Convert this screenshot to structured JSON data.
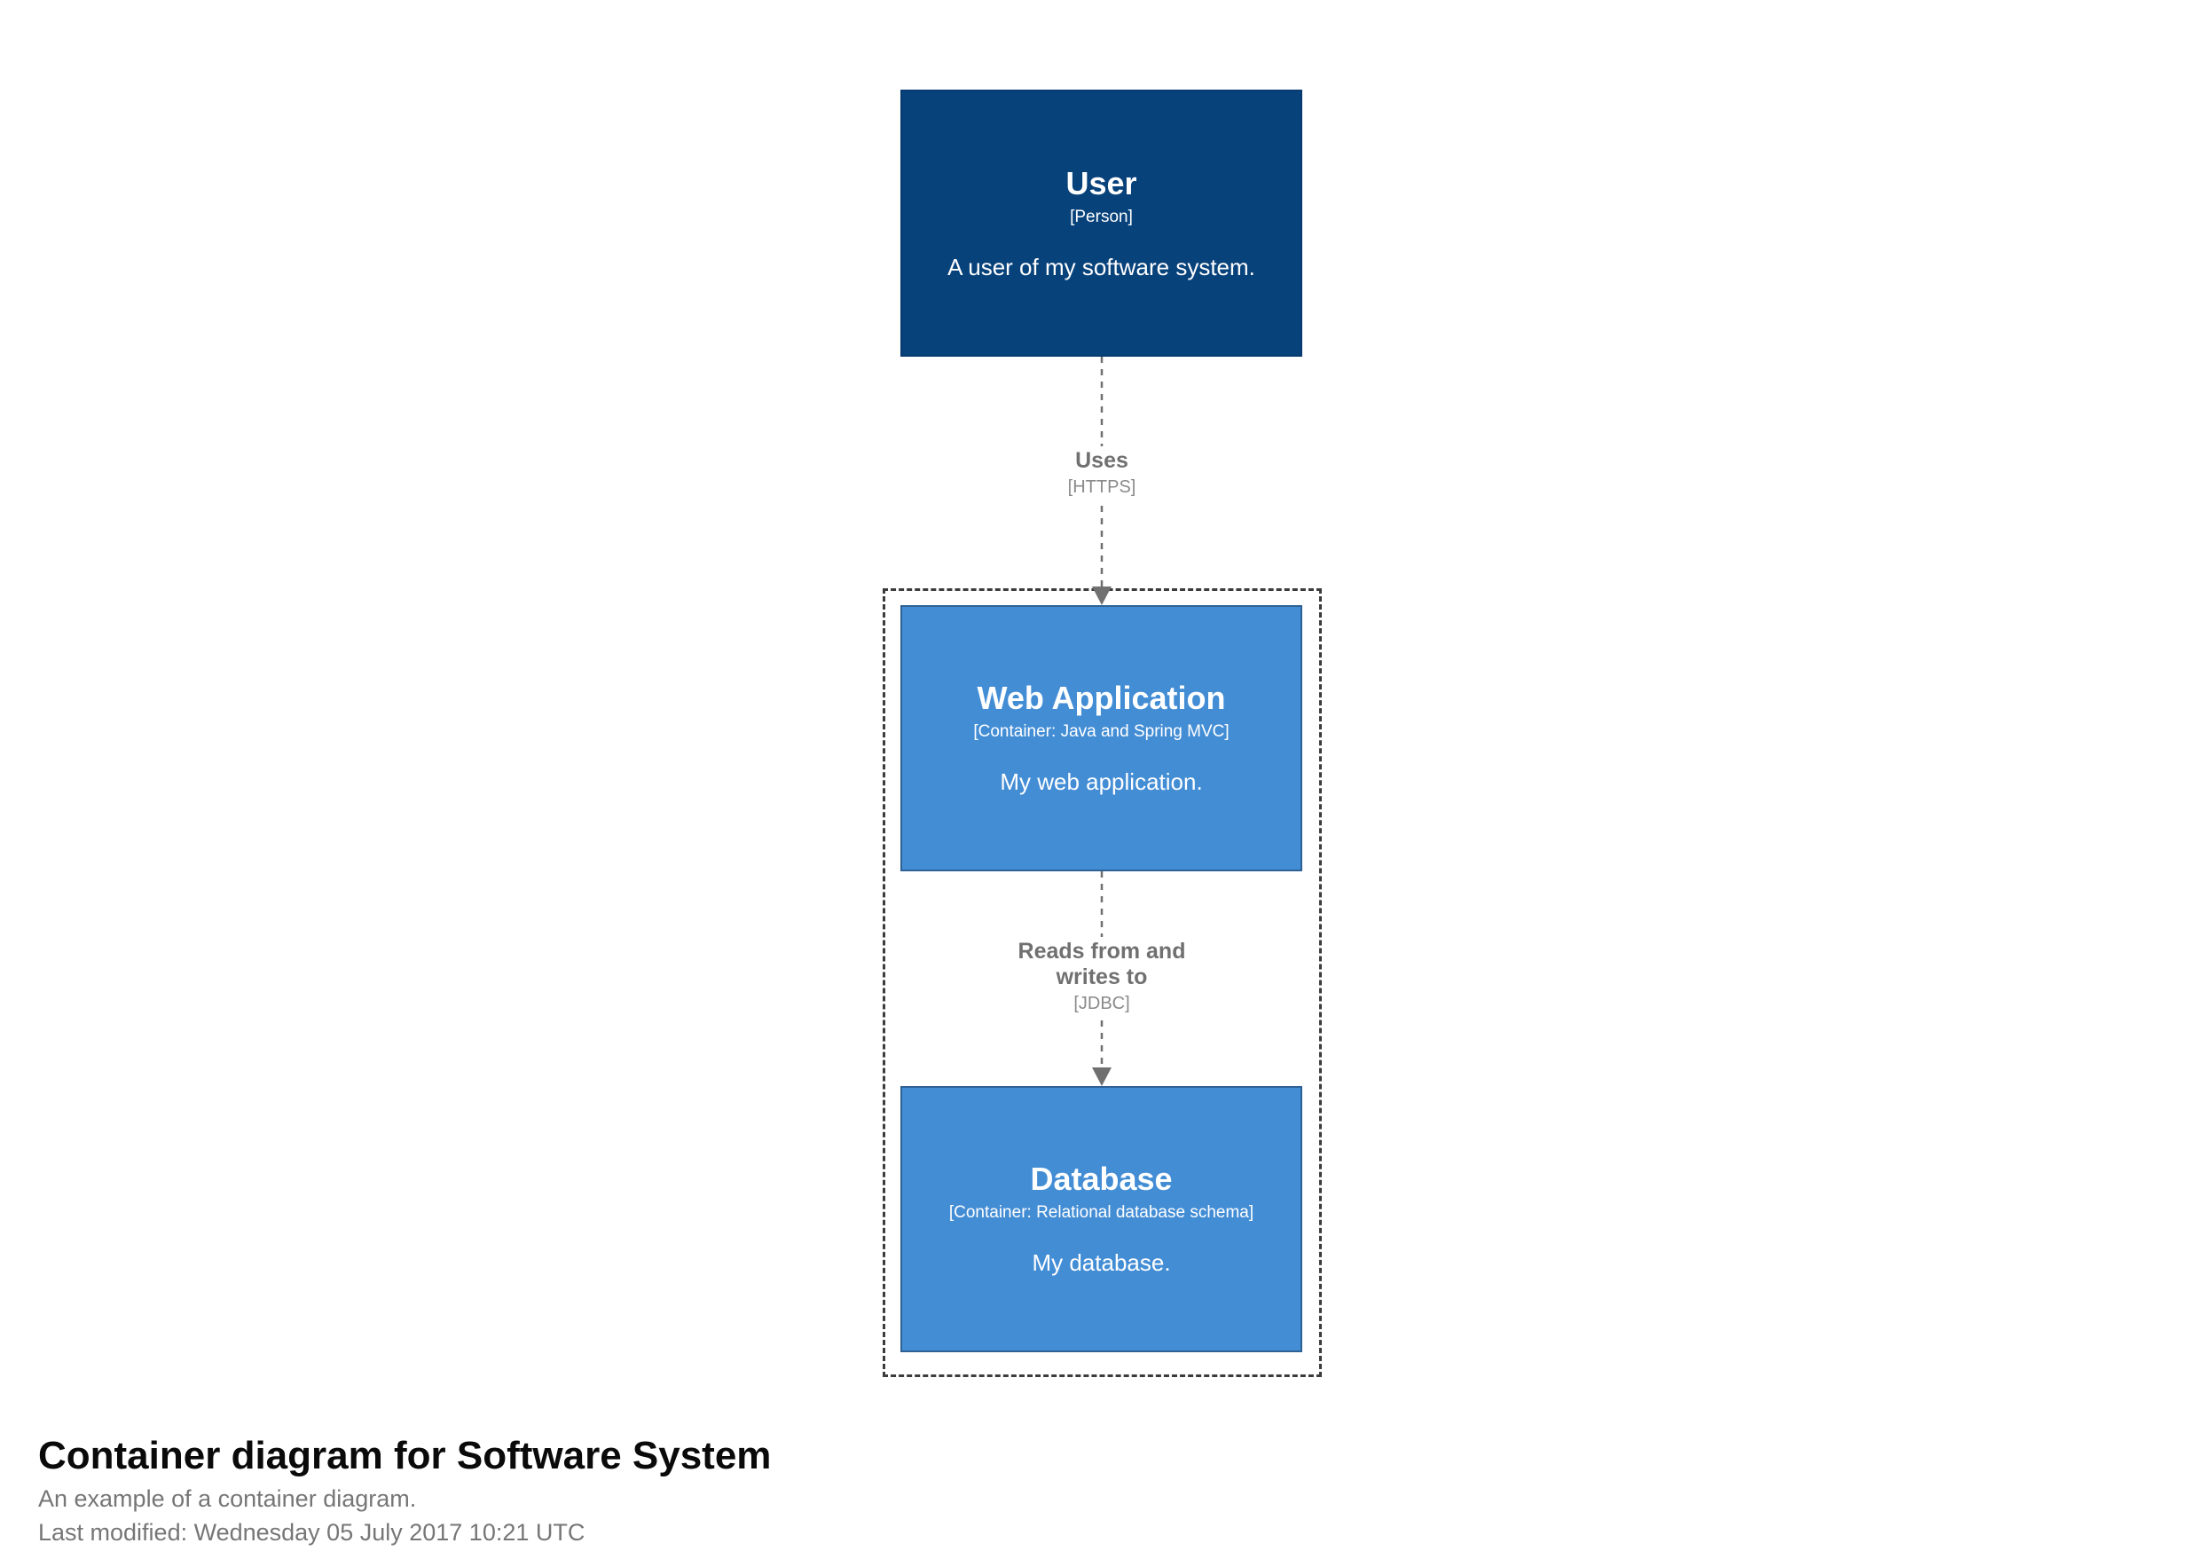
{
  "diagram": {
    "elements": [
      {
        "type": "person",
        "name": "User",
        "metadata": "[Person]",
        "description": "A user of my software system."
      },
      {
        "type": "container",
        "name": "Web Application",
        "metadata": "[Container: Java and Spring MVC]",
        "description": "My web application."
      },
      {
        "type": "container",
        "name": "Database",
        "metadata": "[Container: Relational database schema]",
        "description": "My database."
      }
    ],
    "relationships": [
      {
        "name_lines": [
          "Uses"
        ],
        "technology": "[HTTPS]"
      },
      {
        "name_lines": [
          "Reads from and",
          "writes to"
        ],
        "technology": "[JDBC]"
      }
    ]
  },
  "footer": {
    "title": "Container diagram for Software System",
    "subtitle": "An example of a container diagram.",
    "last_modified": "Last modified: Wednesday 05 July 2017 10:21 UTC"
  },
  "colors": {
    "person_fill": "#08427b",
    "person_border": "#073b6f",
    "container_fill": "#438dd5",
    "container_border": "#2e6295",
    "element_text": "#ffffff",
    "relationship": "#707070",
    "relationship_technology": "#8a8a8a",
    "boundary": "#3c3c3c",
    "title_text": "#0a0a0a",
    "subtitle_text": "#767676"
  }
}
